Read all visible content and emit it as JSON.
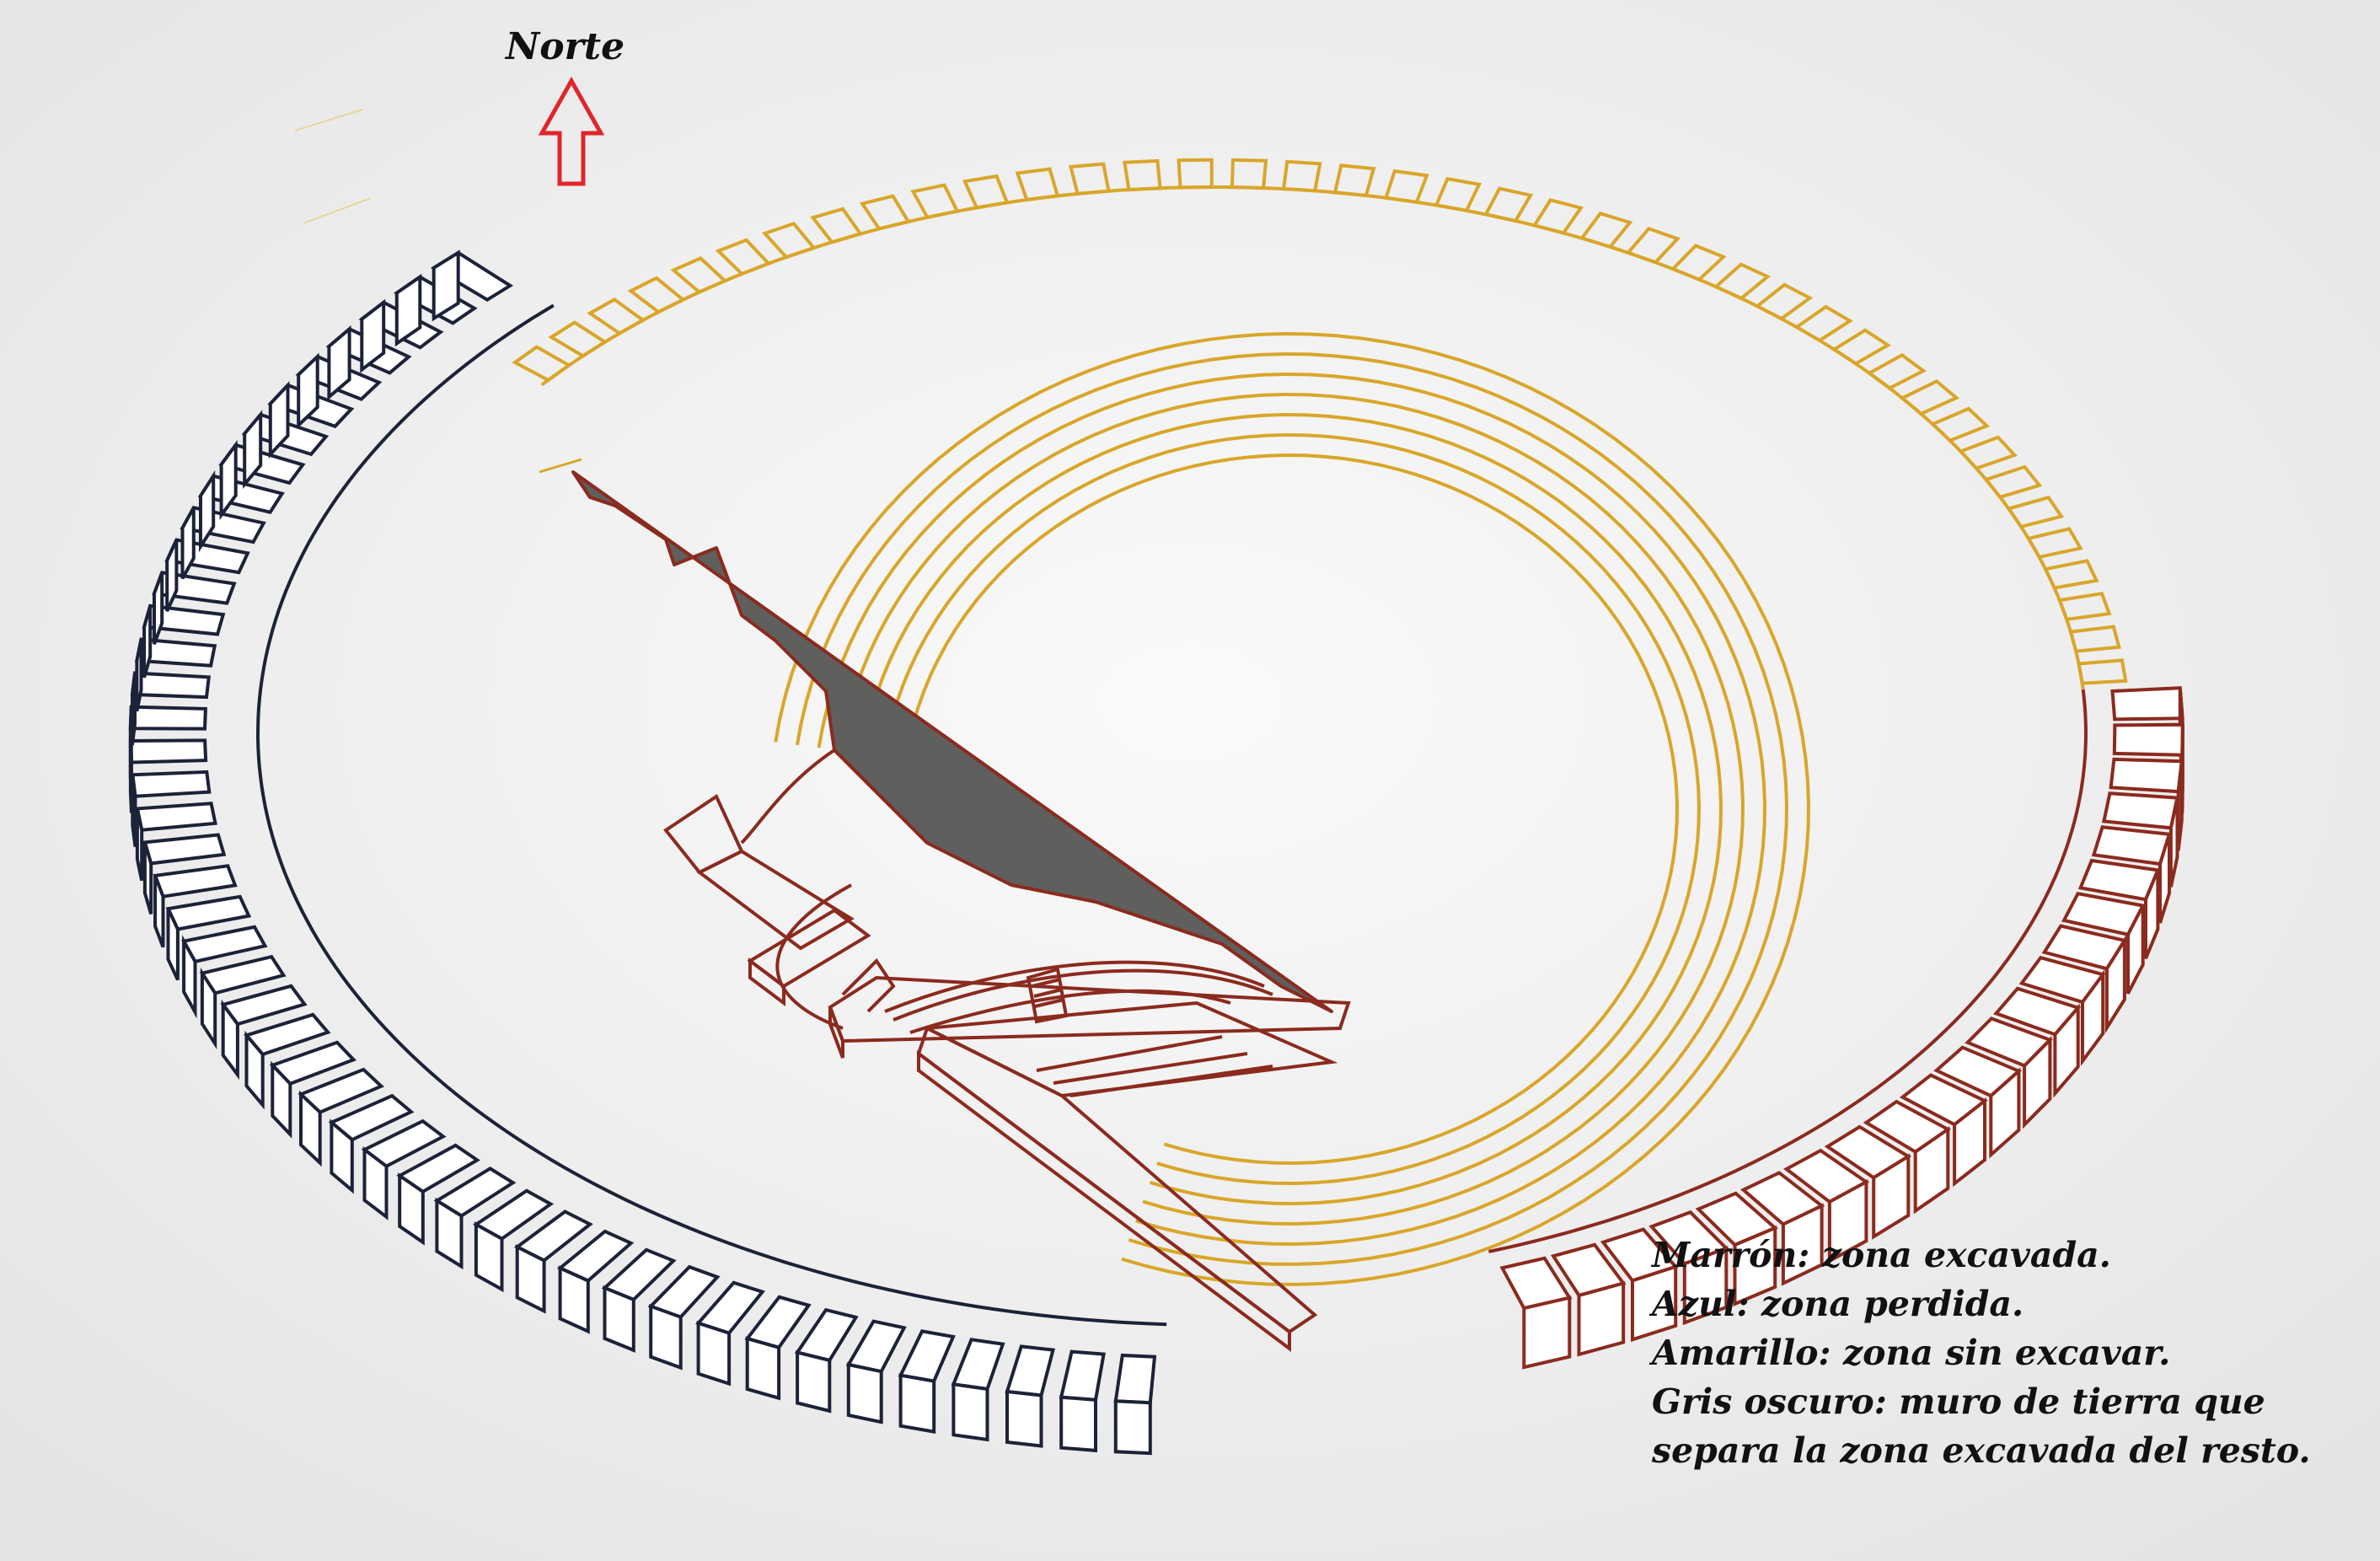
{
  "north_label": "Norte",
  "legend": [
    {
      "text": "Marrón: zona excavada.",
      "color": "#8b2a1e"
    },
    {
      "text": "Azul: zona perdida.",
      "color": "#1c2238"
    },
    {
      "text": "Amarillo: zona sin excavar.",
      "color": "#d9a62a"
    },
    {
      "text": "Gris oscuro: muro de tierra que",
      "color": "#5a5a58"
    },
    {
      "text": "separa la zona excavada del resto.",
      "color": "#5a5a58"
    }
  ],
  "colors": {
    "excavated": "#8b2a1e",
    "lost": "#1c2238",
    "unexcavated": "#d9a62a",
    "earth_wall": "#5f5f5d",
    "north_arrow": "#e0262b"
  }
}
